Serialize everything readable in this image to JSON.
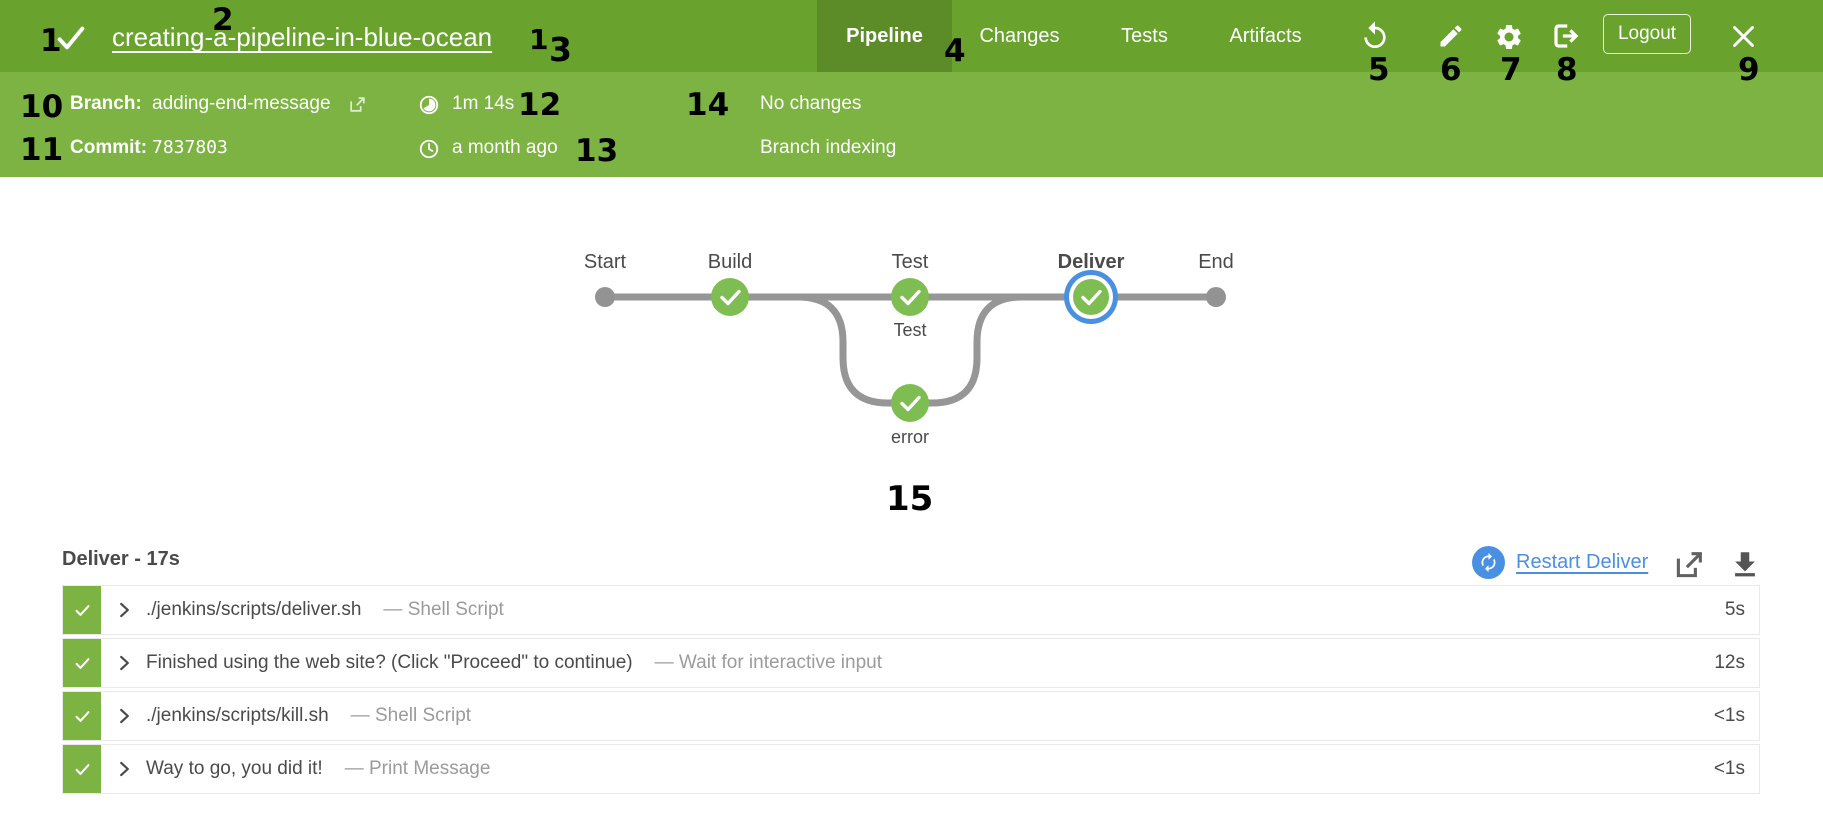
{
  "header": {
    "title": "creating-a-pipeline-in-blue-ocean",
    "tabs": [
      {
        "label": "Pipeline"
      },
      {
        "label": "Changes"
      },
      {
        "label": "Tests"
      },
      {
        "label": "Artifacts"
      }
    ],
    "logout": "Logout"
  },
  "infobar": {
    "branch_label": "Branch:",
    "branch_value": "adding-end-message",
    "commit_label": "Commit:",
    "commit_value": "7837803",
    "duration": "1m 14s",
    "completed": "a month ago",
    "changes": "No changes",
    "trigger": "Branch indexing"
  },
  "graph": {
    "stages": [
      {
        "label": "Start"
      },
      {
        "label": "Build"
      },
      {
        "label": "Test"
      },
      {
        "label": "Deliver"
      },
      {
        "label": "End"
      }
    ],
    "parallel_top_label": "Test",
    "parallel_bottom_label": "error"
  },
  "steps": {
    "heading": "Deliver - 17s",
    "restart_label": "Restart Deliver",
    "rows": [
      {
        "name": "./jenkins/scripts/deliver.sh",
        "type": "— Shell Script",
        "duration": "5s"
      },
      {
        "name": "Finished using the web site? (Click \"Proceed\" to continue)",
        "type": "— Wait for interactive input",
        "duration": "12s"
      },
      {
        "name": "./jenkins/scripts/kill.sh",
        "type": "— Shell Script",
        "duration": "<1s"
      },
      {
        "name": "Way to go, you did it!",
        "type": "— Print Message",
        "duration": "<1s"
      }
    ]
  },
  "annotations": {
    "a1": "1",
    "a2": "2",
    "a1b": "1",
    "a3": "3",
    "a4": "4",
    "a5": "5",
    "a6": "6",
    "a7": "7",
    "a8": "8",
    "a9": "9",
    "a10": "10",
    "a11": "11",
    "a12": "12",
    "a13": "13",
    "a14": "14",
    "a15": "15"
  },
  "colors": {
    "topbar_green": "#69a22d",
    "active_tab_green": "#5b8c27",
    "infobar_green": "#7cb342",
    "node_green": "#7dbd51",
    "selection_blue": "#4a90e2",
    "graph_gray": "#969696",
    "text_dark": "#4a4a4a",
    "text_muted": "#9b9b9b"
  }
}
